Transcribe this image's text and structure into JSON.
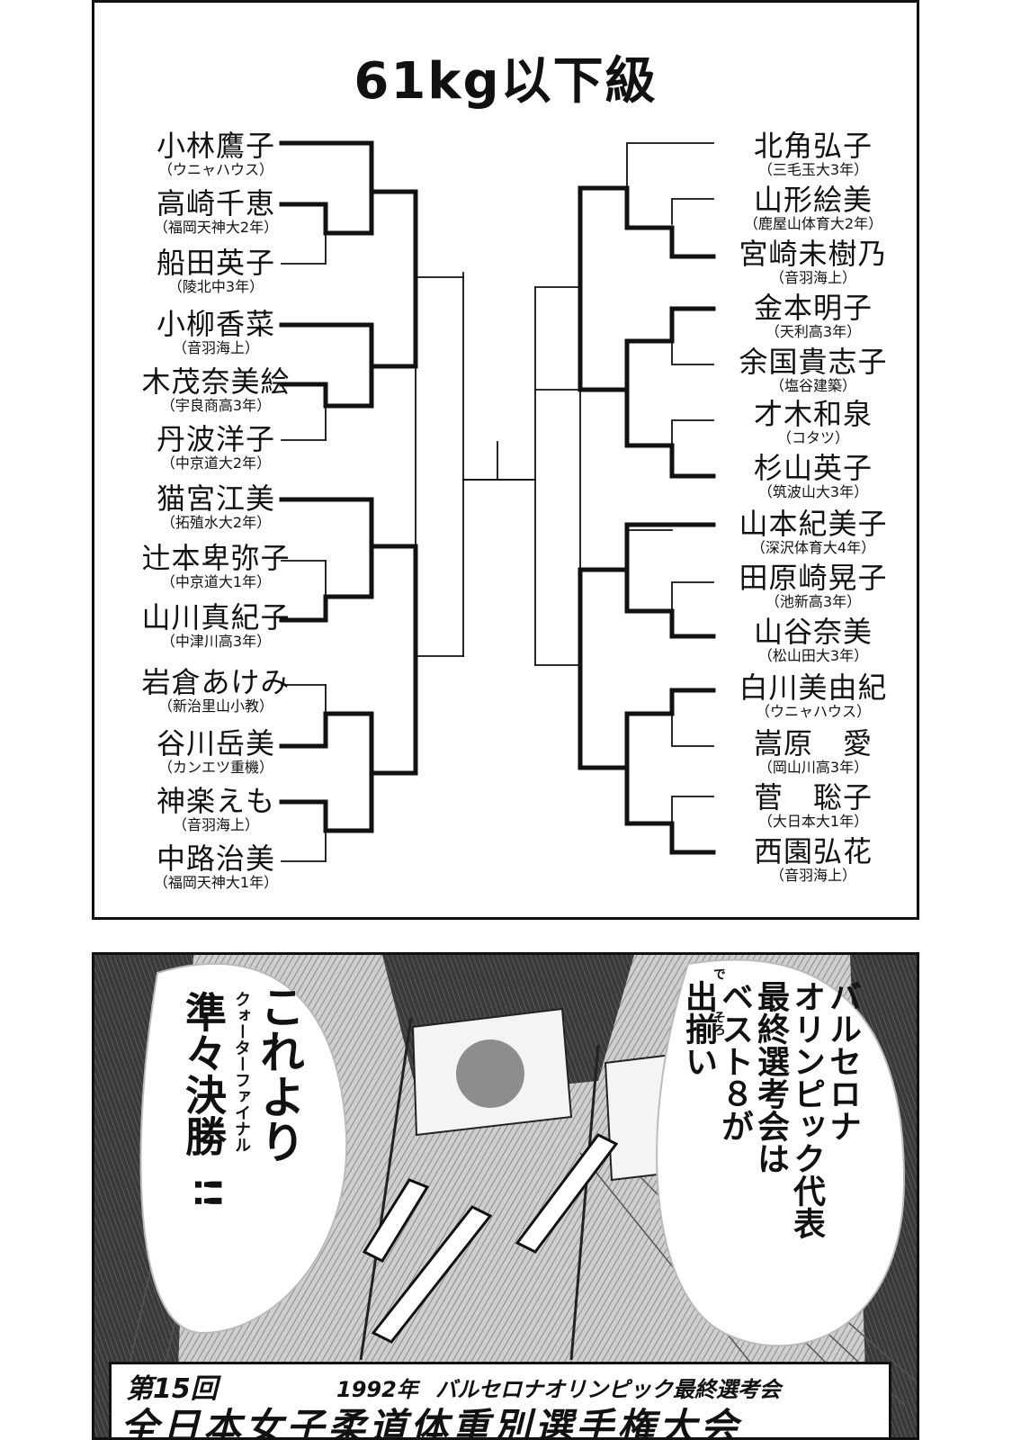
{
  "bracket": {
    "title": "61kg以下級",
    "left": [
      {
        "name": "小林鷹子",
        "team": "（ウニャハウス）"
      },
      {
        "name": "高崎千恵",
        "team": "（福岡天神大2年）"
      },
      {
        "name": "船田英子",
        "team": "（陵北中3年）"
      },
      {
        "name": "小柳香菜",
        "team": "（音羽海上）"
      },
      {
        "name": "木茂奈美絵",
        "team": "（宇良商高3年）"
      },
      {
        "name": "丹波洋子",
        "team": "（中京道大2年）"
      },
      {
        "name": "猫宮江美",
        "team": "（拓殖水大2年）"
      },
      {
        "name": "辻本卑弥子",
        "team": "（中京道大1年）"
      },
      {
        "name": "山川真紀子",
        "team": "（中津川高3年）"
      },
      {
        "name": "岩倉あけみ",
        "team": "（新治里山小教）"
      },
      {
        "name": "谷川岳美",
        "team": "（カンエツ重機）"
      },
      {
        "name": "神楽えも",
        "team": "（音羽海上）"
      },
      {
        "name": "中路治美",
        "team": "（福岡天神大1年）"
      }
    ],
    "right": [
      {
        "name": "北角弘子",
        "team": "（三毛玉大3年）"
      },
      {
        "name": "山形絵美",
        "team": "（鹿屋山体育大2年）"
      },
      {
        "name": "宮崎未樹乃",
        "team": "（音羽海上）"
      },
      {
        "name": "金本明子",
        "team": "（天利高3年）"
      },
      {
        "name": "余国貴志子",
        "team": "（塩谷建築）"
      },
      {
        "name": "才木和泉",
        "team": "（コタツ）"
      },
      {
        "name": "杉山英子",
        "team": "（筑波山大3年）"
      },
      {
        "name": "山本紀美子",
        "team": "（深沢体育大4年）"
      },
      {
        "name": "田原崎晃子",
        "team": "（池新高3年）"
      },
      {
        "name": "山谷奈美",
        "team": "（松山田大3年）"
      },
      {
        "name": "白川美由紀",
        "team": "（ウニャハウス）"
      },
      {
        "name": "嵩原　愛",
        "team": "（岡山川高3年）"
      },
      {
        "name": "菅　聡子",
        "team": "（大日本大1年）"
      },
      {
        "name": "西園弘花",
        "team": "（音羽海上）"
      }
    ]
  },
  "scene": {
    "bubble_left": {
      "line1": "これより",
      "ruby": "クォーターファイナル",
      "line2": "準々決勝",
      "line3": "!!"
    },
    "bubble_right": {
      "line1": "バルセロナ",
      "line2": "オリンピック代表",
      "line3": "最終選考会は",
      "line4": "ベスト８が",
      "line5": "出揃い",
      "ruby_de": "で",
      "ruby_soro": "そろ"
    },
    "caption": {
      "edition": "第15回",
      "year": "1992年",
      "event": "バルセロナオリンピック最終選考会",
      "title": "全日本女子柔道体重別選手権大会"
    }
  }
}
